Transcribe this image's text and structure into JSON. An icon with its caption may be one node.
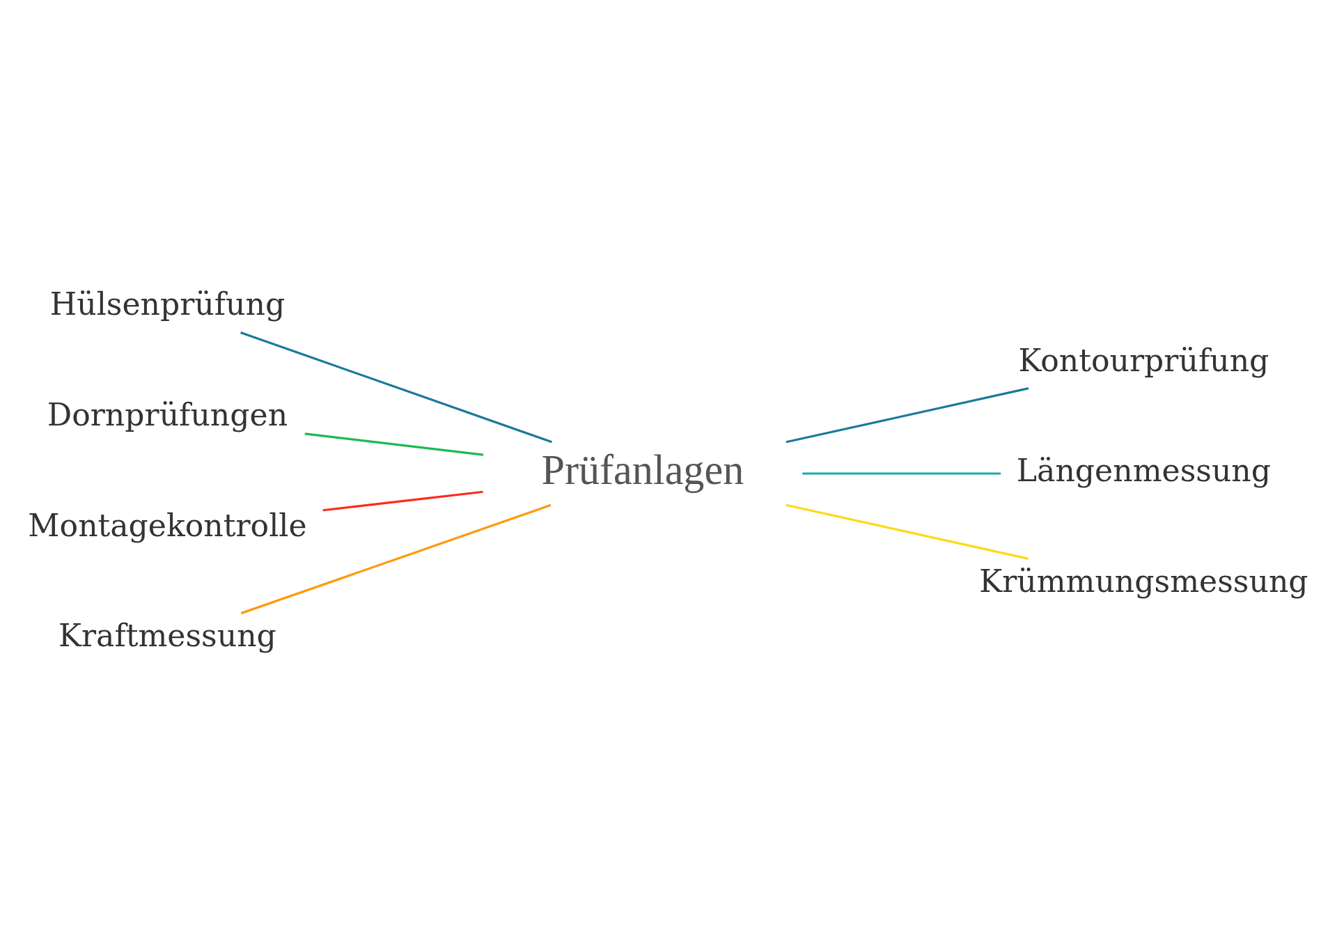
{
  "diagram": {
    "nodes": [
      {
        "text": [
          "Prüfanlagen"
        ]
      },
      {
        "text": [
          "Hülsenprüfung"
        ]
      },
      {
        "text": [
          "Dornprüfungen"
        ]
      },
      {
        "text": [
          "Montagekontrolle"
        ]
      },
      {
        "text": [
          "Kraftmessung"
        ]
      },
      {
        "text": [
          "Kontourprüfung"
        ]
      },
      {
        "text": [
          "Längenmessung"
        ]
      },
      {
        "text": [
          "Krümmungsmessung"
        ]
      }
    ],
    "edges": [
      {
        "from": 0,
        "to": 1,
        "arrow": "none",
        "color": "#1a7a99"
      },
      {
        "from": 0,
        "to": 2,
        "arrow": "none",
        "color": "#1db954"
      },
      {
        "from": 0,
        "to": 3,
        "arrow": "none",
        "color": "#ff2a1a"
      },
      {
        "from": 0,
        "to": 4,
        "arrow": "none",
        "color": "#ff9a0a"
      },
      {
        "from": 0,
        "to": 5,
        "arrow": "none",
        "color": "#1a7a99"
      },
      {
        "from": 0,
        "to": 6,
        "arrow": "none",
        "color": "#1aabab"
      },
      {
        "from": 0,
        "to": 7,
        "arrow": "none",
        "color": "#ffd814"
      }
    ]
  }
}
